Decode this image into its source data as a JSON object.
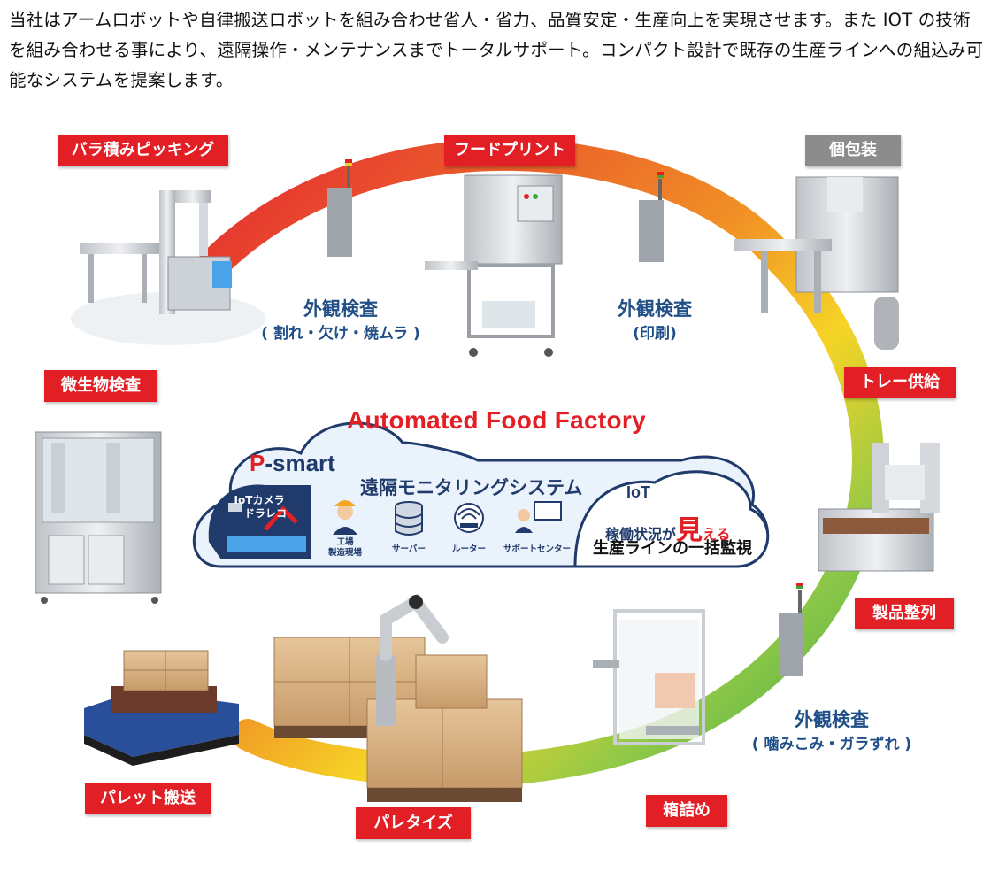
{
  "intro": "当社はアームロボットや自律搬送ロボットを組み合わせ省人・省力、品質安定・生産向上を実現させます。また IOT の技術を組み合わせる事により、遠隔操作・メンテナンスまでトータルサポート。コンパクト設計で既存の生産ラインへの組込み可能なシステムを提案します。",
  "stations": {
    "bara": "バラ積みピッキング",
    "food_print": "フードプリント",
    "kohoso": "個包装",
    "tray": "トレー供給",
    "seihin": "製品整列",
    "hakozume": "箱詰め",
    "paletize": "パレタイズ",
    "pallet": "パレット搬送",
    "biseibutsu": "微生物検査"
  },
  "inspections": {
    "insp1": {
      "head": "外観検査",
      "sub": "( 割れ・欠け・焼ムラ )"
    },
    "insp2": {
      "head": "外観検査",
      "sub": "(印刷)"
    },
    "insp3": {
      "head": "外観検査",
      "sub": "( 噛みこみ・ガラずれ )"
    }
  },
  "center": {
    "title": "Automated Food Factory",
    "brand_p": "P",
    "brand_rest": "-smart",
    "system": "遠隔モニタリングシステム",
    "camera_l1": "IoTカメラ",
    "camera_l2": "ドラレコ",
    "site_l1": "工場",
    "site_l2": "製造現場",
    "server": "サーバー",
    "router": "ルーター",
    "support": "サポートセンター",
    "iot": "IoT",
    "status_a": "稼働状況が",
    "status_big": "見",
    "status_b": "える",
    "line_watch": "生産ラインの一括監視"
  },
  "colors": {
    "accent_red": "#e31f26",
    "station_gray": "#8c8c8c",
    "navy": "#1f3a6b",
    "cloud": "#eaf2fb"
  }
}
